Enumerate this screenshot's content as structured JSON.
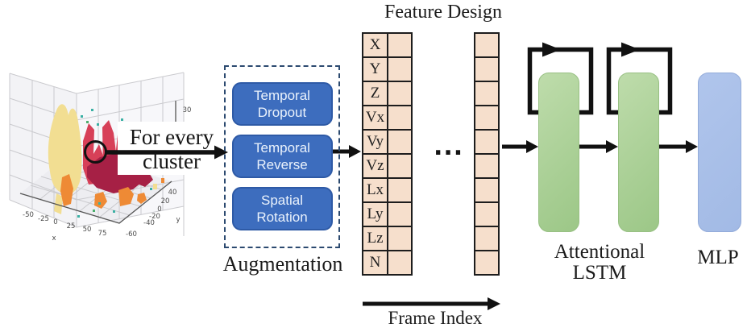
{
  "diagram": {
    "plot3d": {
      "description": "3D scatter plot of clustered point cloud",
      "x_ticks": [
        "-50",
        "-25",
        "0",
        "25",
        "50",
        "75"
      ],
      "y_ticks": [
        "40",
        "20",
        "0",
        "-20",
        "-40",
        "-60"
      ],
      "z_ticks": [
        "30"
      ],
      "xlabel": "x",
      "ylabel": "y"
    },
    "annotation": {
      "line1": "For every",
      "line2": "cluster"
    },
    "augmentation": {
      "title": "Augmentation",
      "methods": [
        "Temporal Dropout",
        "Temporal Reverse",
        "Spatial Rotation"
      ]
    },
    "feature_design": {
      "title": "Feature Design",
      "rows": [
        "X",
        "Y",
        "Z",
        "Vx",
        "Vy",
        "Vz",
        "Lx",
        "Ly",
        "Lz",
        "N"
      ],
      "ellipsis": "...",
      "axis_label": "Frame Index"
    },
    "model": {
      "lstm_label_line1": "Attentional",
      "lstm_label_line2": "LSTM",
      "mlp_label": "MLP"
    }
  },
  "colors": {
    "box-blue": "#3D6DBE",
    "box-blue-border": "#2E5AA6",
    "box-blue-text": "#EAF2FC",
    "dash-border": "#2C4A70",
    "peach": "#F6DFCC",
    "green": "#A9CF95",
    "green-border": "#98C083",
    "mlp-blue": "#A2BAE5",
    "mlp-blue-light": "#B0C5EC",
    "mlp-border": "#93ABD9",
    "arrow": "#111111",
    "khaki": "#F2DE92",
    "red": "#D74058",
    "maroon": "#A62045",
    "orange": "#EE8A35",
    "teal": "#3AB0A4",
    "leaf": "#4CAF6E",
    "grid": "#CACACE",
    "spine": "#555555",
    "tick": "#4A4A4A"
  }
}
